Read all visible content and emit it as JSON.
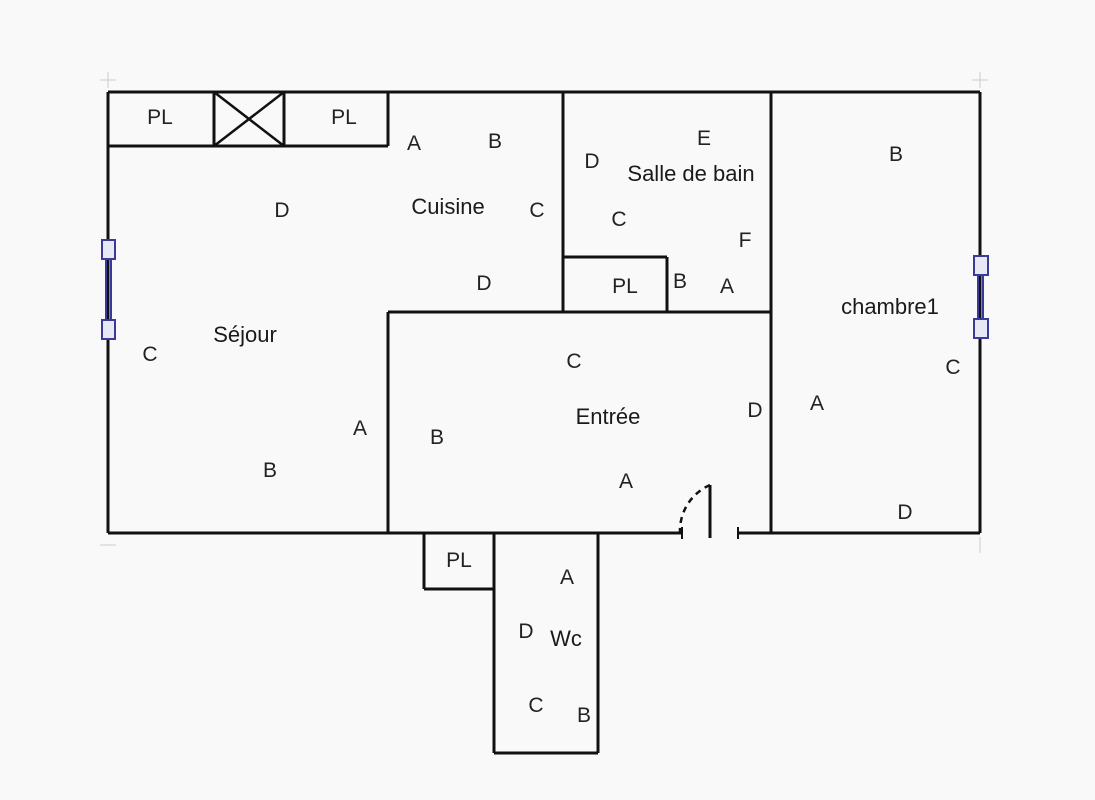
{
  "rooms": {
    "sejour": "Séjour",
    "cuisine": "Cuisine",
    "salle_de_bain": "Salle de bain",
    "chambre1": "chambre1",
    "entree": "Entrée",
    "wc": "Wc"
  },
  "placards": {
    "top_left": "PL",
    "top_right": "PL",
    "bathroom": "PL",
    "wc": "PL"
  },
  "wall_marks": {
    "sejour": {
      "a": "A",
      "b": "B",
      "c": "C",
      "d": "D"
    },
    "cuisine": {
      "a": "A",
      "b": "B",
      "c": "C",
      "d": "D"
    },
    "salle_de_bain": {
      "a": "A",
      "b": "B",
      "c": "C",
      "d": "D",
      "e": "E",
      "f": "F"
    },
    "chambre1": {
      "a": "A",
      "b": "B",
      "c": "C",
      "d": "D"
    },
    "entree": {
      "a": "A",
      "b": "B",
      "c": "C",
      "d": "D"
    },
    "wc": {
      "a": "A",
      "b": "B",
      "c": "C",
      "d": "D"
    }
  },
  "colors": {
    "wall": "#111111",
    "window": "#3a3a9a",
    "background": "#f9f9f9"
  }
}
